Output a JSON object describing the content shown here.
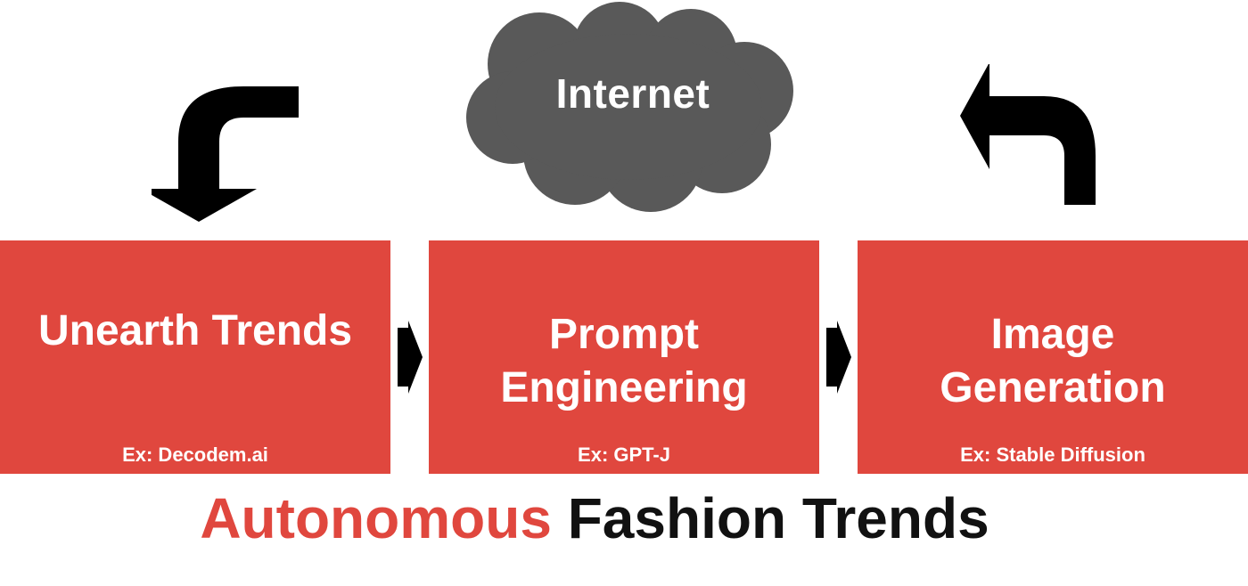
{
  "cloud": {
    "label": "Internet",
    "color": "#595959"
  },
  "stages": [
    {
      "title_line1": "Unearth Trends",
      "title_line2": "",
      "example": "Ex: Decodem.ai"
    },
    {
      "title_line1": "Prompt",
      "title_line2": "Engineering",
      "example": "Ex: GPT-J"
    },
    {
      "title_line1": "Image",
      "title_line2": "Generation",
      "example": "Ex: Stable Diffusion"
    }
  ],
  "footer": {
    "accent": "Autonomous",
    "rest": "Fashion Trends"
  },
  "colors": {
    "box": "#E0473E",
    "accent_text": "#E0473E",
    "arrow": "#000000"
  }
}
